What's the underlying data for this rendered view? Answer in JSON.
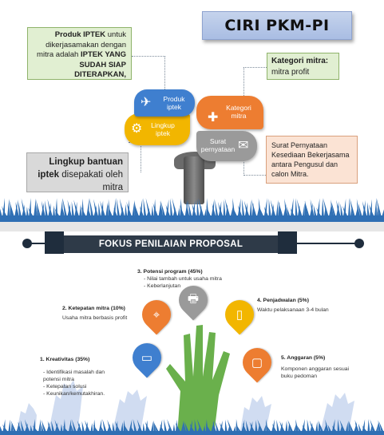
{
  "slide1": {
    "title": "CIRI PKM-PI",
    "produk_note": {
      "bold1": "Produk IPTEK",
      "text1": " untuk dikerjasamakan dengan mitra adalah ",
      "bold2": "IPTEK YANG SUDAH SIAP DITERAPKAN,"
    },
    "kategori_note": {
      "bold": "Kategori mitra:",
      "text": "mitra profit"
    },
    "surat_note": "Surat Pernyataan Kesediaan Bekerjasama antara Pengusul dan calon Mitra.",
    "lingkup_note": {
      "bold": "Lingkup bantuan iptek",
      "text": " disepakati oleh mitra"
    },
    "leaves": {
      "produk": {
        "label1": "Produk",
        "label2": "iptek",
        "icon": "airplane-icon"
      },
      "lingkup": {
        "label1": "Lingkup",
        "label2": "iptek",
        "icon": "gear-icon"
      },
      "kategori": {
        "label1": "Kategori",
        "label2": "mitra",
        "icon": "puzzle-icon"
      },
      "surat": {
        "label1": "Surat",
        "label2": "pernyataan",
        "icon": "envelope-icon"
      }
    },
    "colors": {
      "blue": "#3f7fcf",
      "yellow": "#f2b600",
      "orange": "#ed7d31",
      "gray": "#9a9a9a",
      "title_bg": "#b3c6e7"
    }
  },
  "slide2": {
    "banner": "FOKUS PENILAIAN PROPOSAL",
    "items": [
      {
        "heading": "1.  Kreativitas (35%)",
        "bullets": [
          "Identifikasi masalah dan potensi mitra",
          "Ketepatan solusi",
          "Keunikan/kemutakhiran."
        ],
        "icon": "laptop-icon",
        "color": "#3f7fcf"
      },
      {
        "heading": "2. Ketepatan mitra (10%)",
        "text": "Usaha mitra berbasis profit",
        "icon": "telescope-icon",
        "color": "#ed7d31"
      },
      {
        "heading": "3. Potensi program (45%)",
        "bullets": [
          "Nilai tambah untuk usaha mitra",
          "Keberlanjutan"
        ],
        "icon": "printer-icon",
        "color": "#9a9a9a"
      },
      {
        "heading": "4. Penjadwalan (5%)",
        "text": "Waktu pelaksanaan 3-4 bulan",
        "icon": "mouse-icon",
        "color": "#f2b600"
      },
      {
        "heading": "5. Anggaran (5%)",
        "text": "Komponen anggaran sesuai buku pedoman",
        "icon": "tablet-icon",
        "color": "#ed7d31"
      }
    ]
  }
}
